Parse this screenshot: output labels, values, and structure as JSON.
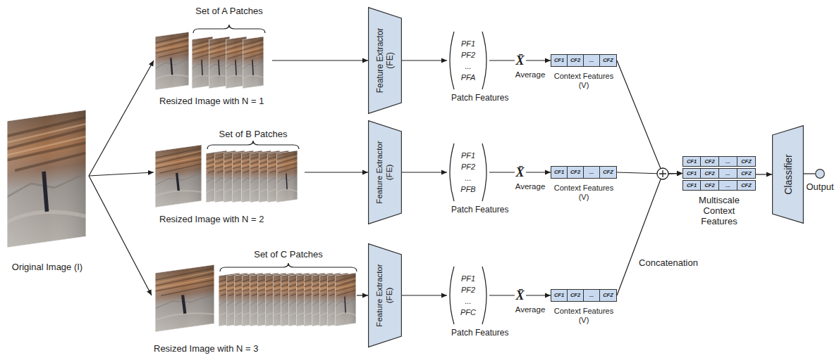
{
  "diagram": {
    "nodes": [
      {
        "text": [
          "Original Image (I)"
        ]
      },
      {
        "text": [
          "Set of A Patches",
          "Resized Image with N = 1"
        ]
      },
      {
        "text": [
          "Feature Extractor (FE)"
        ]
      },
      {
        "text": [
          "PF1",
          "PF2",
          "...",
          "PFA",
          "Patch Features"
        ]
      },
      {
        "text": [
          "Context Features (V)"
        ]
      },
      {
        "text": [
          "CF1"
        ],
        "in": 4
      },
      {
        "text": [
          "CF2"
        ],
        "in": 4
      },
      {
        "text": [
          "..."
        ],
        "in": 4
      },
      {
        "text": [
          "CFZ"
        ],
        "in": 4
      },
      {
        "text": [
          "Set of B Patches",
          "Resized Image with N = 2"
        ]
      },
      {
        "text": [
          "Feature Extractor (FE)"
        ]
      },
      {
        "text": [
          "PF1",
          "PF2",
          "...",
          "PFB",
          "Patch Features"
        ]
      },
      {
        "text": [
          "Context Features (V)"
        ]
      },
      {
        "text": [
          "CF1"
        ],
        "in": 12
      },
      {
        "text": [
          "CF2"
        ],
        "in": 12
      },
      {
        "text": [
          "..."
        ],
        "in": 12
      },
      {
        "text": [
          "CFZ"
        ],
        "in": 12
      },
      {
        "text": [
          "Set of C Patches",
          "Resized Image with N = 3"
        ]
      },
      {
        "text": [
          "Feature Extractor (FE)"
        ]
      },
      {
        "text": [
          "PF1",
          "PF2",
          "...",
          "PFC",
          "Patch Features"
        ]
      },
      {
        "text": [
          "Context Features (V)"
        ]
      },
      {
        "text": [
          "CF1"
        ],
        "in": 20
      },
      {
        "text": [
          "CF2"
        ],
        "in": 20
      },
      {
        "text": [
          "..."
        ],
        "in": 20
      },
      {
        "text": [
          "CFZ"
        ],
        "in": 20
      },
      {
        "text": [
          "Multiscale Context Features"
        ]
      },
      {
        "text": [
          "CF1"
        ],
        "in": 25
      },
      {
        "text": [
          "CF2"
        ],
        "in": 25
      },
      {
        "text": [
          "..."
        ],
        "in": 25
      },
      {
        "text": [
          "CFZ"
        ],
        "in": 25
      },
      {
        "text": [
          "CF1"
        ],
        "in": 25
      },
      {
        "text": [
          "CF2"
        ],
        "in": 25
      },
      {
        "text": [
          "..."
        ],
        "in": 25
      },
      {
        "text": [
          "CFZ"
        ],
        "in": 25
      },
      {
        "text": [
          "CF1"
        ],
        "in": 25
      },
      {
        "text": [
          "CF2"
        ],
        "in": 25
      },
      {
        "text": [
          "..."
        ],
        "in": 25
      },
      {
        "text": [
          "CFZ"
        ],
        "in": 25
      },
      {
        "text": [
          "Classifier"
        ]
      },
      {
        "text": [
          "Output"
        ]
      }
    ],
    "edges": [
      {
        "from": 0,
        "to": 1,
        "arrow": "to"
      },
      {
        "from": 0,
        "to": 9,
        "arrow": "to"
      },
      {
        "from": 0,
        "to": 17,
        "arrow": "to"
      },
      {
        "from": 1,
        "to": 2,
        "arrow": "to"
      },
      {
        "from": 2,
        "to": 3,
        "arrow": "to"
      },
      {
        "from": 3,
        "to": 4,
        "label": "X̄",
        "arrow": "to"
      },
      {
        "from": 9,
        "to": 10,
        "arrow": "to"
      },
      {
        "from": 10,
        "to": 11,
        "arrow": "to"
      },
      {
        "from": 11,
        "to": 12,
        "label": "X̄",
        "arrow": "to"
      },
      {
        "from": 17,
        "to": 18,
        "arrow": "to"
      },
      {
        "from": 18,
        "to": 19,
        "arrow": "to"
      },
      {
        "from": 19,
        "to": 20,
        "label": "X̄",
        "arrow": "to"
      },
      {
        "from": 4,
        "to": 25,
        "arrow": "to"
      },
      {
        "from": 12,
        "to": 25,
        "arrow": "to"
      },
      {
        "from": 20,
        "to": 25,
        "arrow": "to"
      },
      {
        "from": 25,
        "to": 38,
        "arrow": "to"
      },
      {
        "from": 38,
        "to": 39,
        "arrow": "none"
      }
    ],
    "labels": [
      "Average",
      "Average",
      "Average",
      "Concatenation"
    ]
  }
}
